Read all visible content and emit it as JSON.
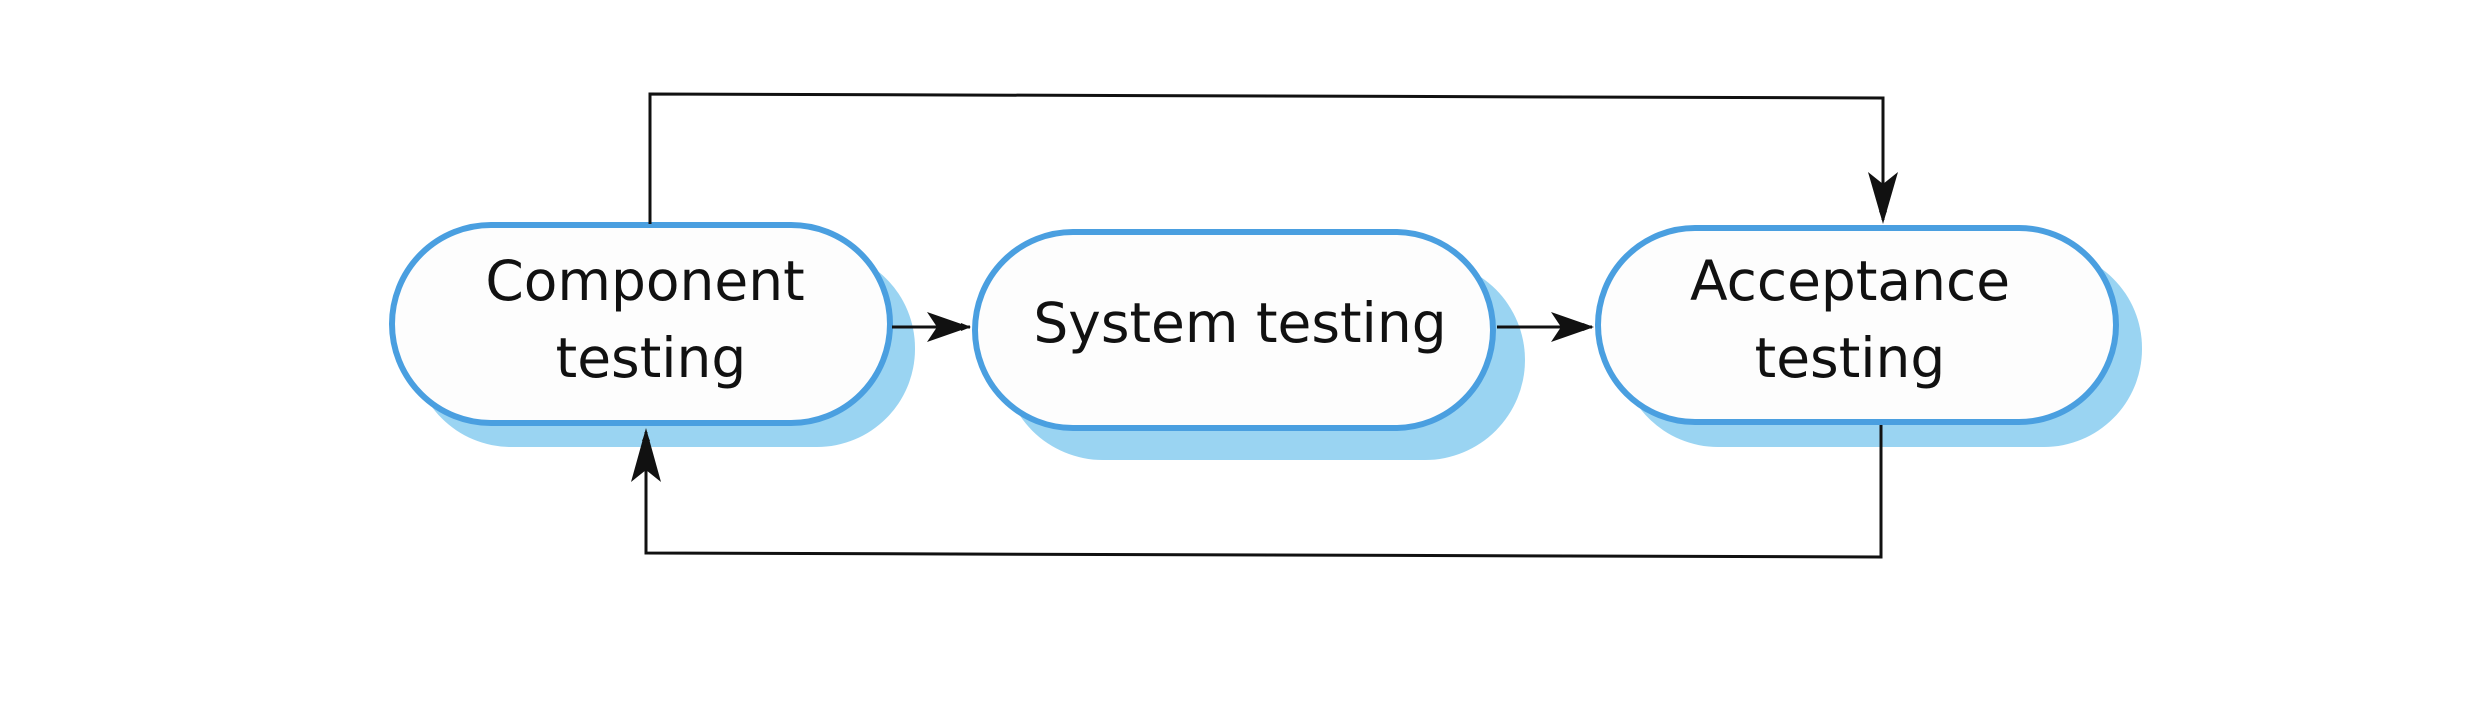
{
  "diagram": {
    "nodes": [
      {
        "id": "component",
        "lines": [
          "Component",
          "testing"
        ]
      },
      {
        "id": "system",
        "lines": [
          "System testing"
        ]
      },
      {
        "id": "acceptance",
        "lines": [
          "Acceptance",
          "testing"
        ]
      }
    ],
    "edges": [
      {
        "from": "component",
        "to": "system"
      },
      {
        "from": "system",
        "to": "acceptance"
      },
      {
        "from": "component",
        "to": "acceptance"
      },
      {
        "from": "acceptance",
        "to": "component"
      }
    ]
  },
  "colors": {
    "node_border": "#4a9fe0",
    "node_fill": "#fdfdfd",
    "node_shadow": "#9ad4f2",
    "arrow": "#111111",
    "text": "#111111"
  }
}
